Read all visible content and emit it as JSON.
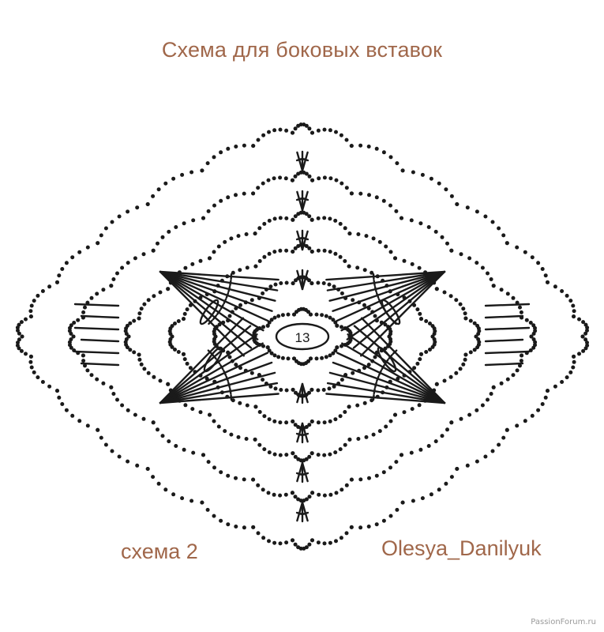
{
  "title": "Схема для боковых вставок",
  "center_label": "13",
  "scheme_label": "схема 2",
  "author": "Olesya_Danilyuk",
  "watermark": "PassionForum.ru",
  "colors": {
    "text": "#a0674a",
    "stitch": "#1a1a1a",
    "background": "#ffffff"
  }
}
